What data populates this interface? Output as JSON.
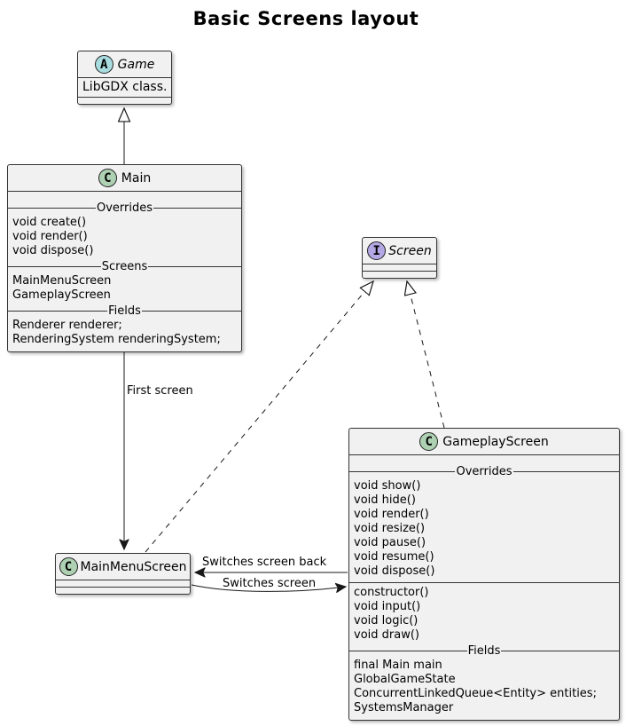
{
  "title": "Basic Screens layout",
  "colors": {
    "abstract_icon_bg": "#A9DCDF",
    "class_icon_bg": "#ADD1B2",
    "interface_icon_bg": "#B4A7E5",
    "box_fill": "#F1F1F1",
    "line": "#181818"
  },
  "classes": {
    "game": {
      "icon_letter": "A",
      "name": "Game",
      "note_row": "LibGDX class."
    },
    "main": {
      "icon_letter": "C",
      "name": "Main",
      "sections": [
        {
          "label": "Overrides",
          "items": [
            "void create()",
            "void render()",
            "void dispose()"
          ]
        },
        {
          "label": "Screens",
          "items": [
            "MainMenuScreen",
            "GameplayScreen"
          ]
        },
        {
          "label": "Fields",
          "items": [
            "Renderer renderer;",
            "RenderingSystem renderingSystem;"
          ]
        }
      ]
    },
    "screen": {
      "icon_letter": "I",
      "name": "Screen"
    },
    "mainMenuScreen": {
      "icon_letter": "C",
      "name": "MainMenuScreen"
    },
    "gameplayScreen": {
      "icon_letter": "C",
      "name": "GameplayScreen",
      "sections": [
        {
          "label": "Overrides",
          "items": [
            "void show()",
            "void hide()",
            "void render()",
            "void resize()",
            "void pause()",
            "void resume()",
            "void dispose()"
          ]
        },
        {
          "label": "",
          "items": [
            "constructor()",
            "void input()",
            "void logic()",
            "void draw()"
          ]
        },
        {
          "label": "Fields",
          "items": [
            "final Main main",
            "GlobalGameState",
            "ConcurrentLinkedQueue<Entity> entities;",
            "SystemsManager"
          ]
        }
      ]
    }
  },
  "edge_labels": {
    "first_screen": "First screen",
    "switches_back": "Switches screen back",
    "switches": "Switches screen"
  }
}
